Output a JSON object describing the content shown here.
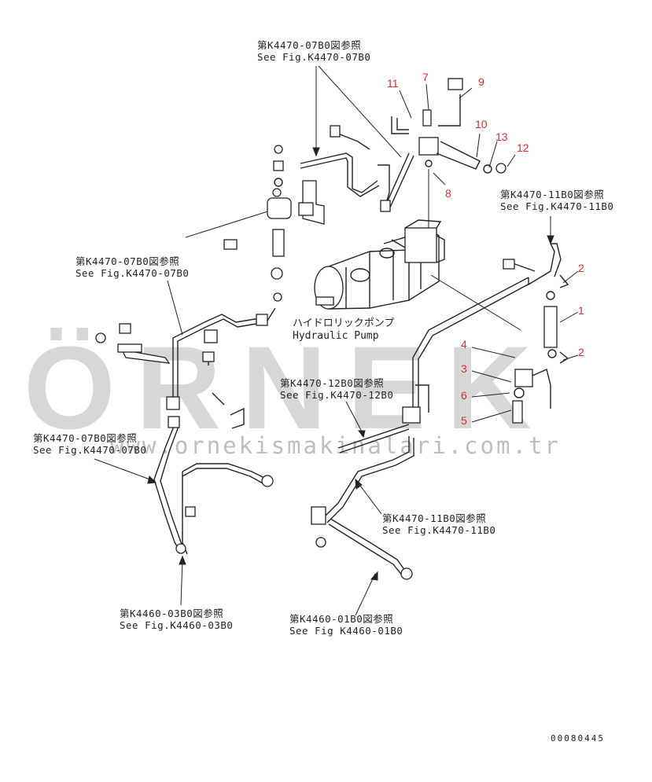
{
  "references": [
    {
      "jp": "第K4470-07B0図参照",
      "en": "See Fig.K4470-07B0"
    },
    {
      "jp": "第K4470-07B0図参照",
      "en": "See Fig.K4470-07B0"
    },
    {
      "jp": "第K4470-07B0図参照",
      "en": "See Fig.K4470-07B0"
    },
    {
      "jp": "第K4470-11B0図参照",
      "en": "See Fig.K4470-11B0"
    },
    {
      "jp": "第K4470-12B0図参照",
      "en": "See Fig.K4470-12B0"
    },
    {
      "jp": "第K4470-11B0図参照",
      "en": "See Fig.K4470-11B0"
    },
    {
      "jp": "第K4460-03B0図参照",
      "en": "See Fig.K4460-03B0"
    },
    {
      "jp": "第K4460-01B0図参照",
      "en": "See Fig K4460-01B0"
    }
  ],
  "pump": {
    "jp": "ハイドロリックポンプ",
    "en": "Hydraulic Pump"
  },
  "callouts": [
    "11",
    "7",
    "9",
    "10",
    "13",
    "12",
    "8",
    "2",
    "1",
    "2",
    "4",
    "3",
    "6",
    "5"
  ],
  "callout_color": "#d03030",
  "watermark": {
    "brand": "ÖRNEK",
    "url": "www.ornekismakinalari.com.tr"
  },
  "document_number": "00080445"
}
